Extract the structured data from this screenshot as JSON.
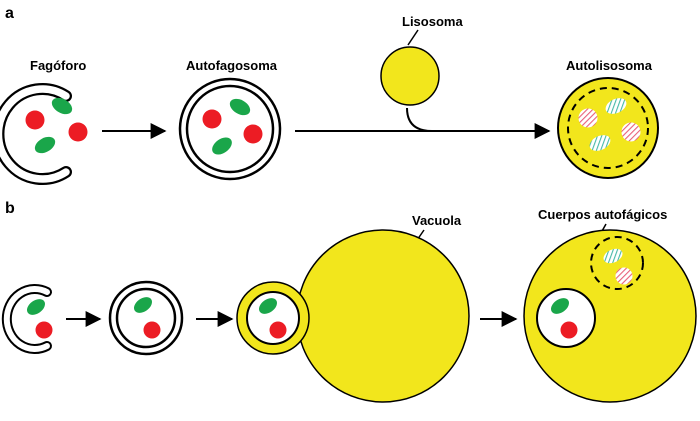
{
  "panels": {
    "a": "a",
    "b": "b"
  },
  "labels": {
    "fagoforo": "Fagóforo",
    "autofagosoma": "Autofagosoma",
    "lisosoma": "Lisosoma",
    "autolisosoma": "Autolisosoma",
    "vacuola": "Vacuola",
    "cuerpos": "Cuerpos autofágicos"
  },
  "colors": {
    "yellow": "#f2e61c",
    "red": "#ec1c24",
    "green": "#1aa64a",
    "outline": "#000000",
    "degraded_teal": "#7fcfc0",
    "degraded_pink": "#f08a9a"
  }
}
